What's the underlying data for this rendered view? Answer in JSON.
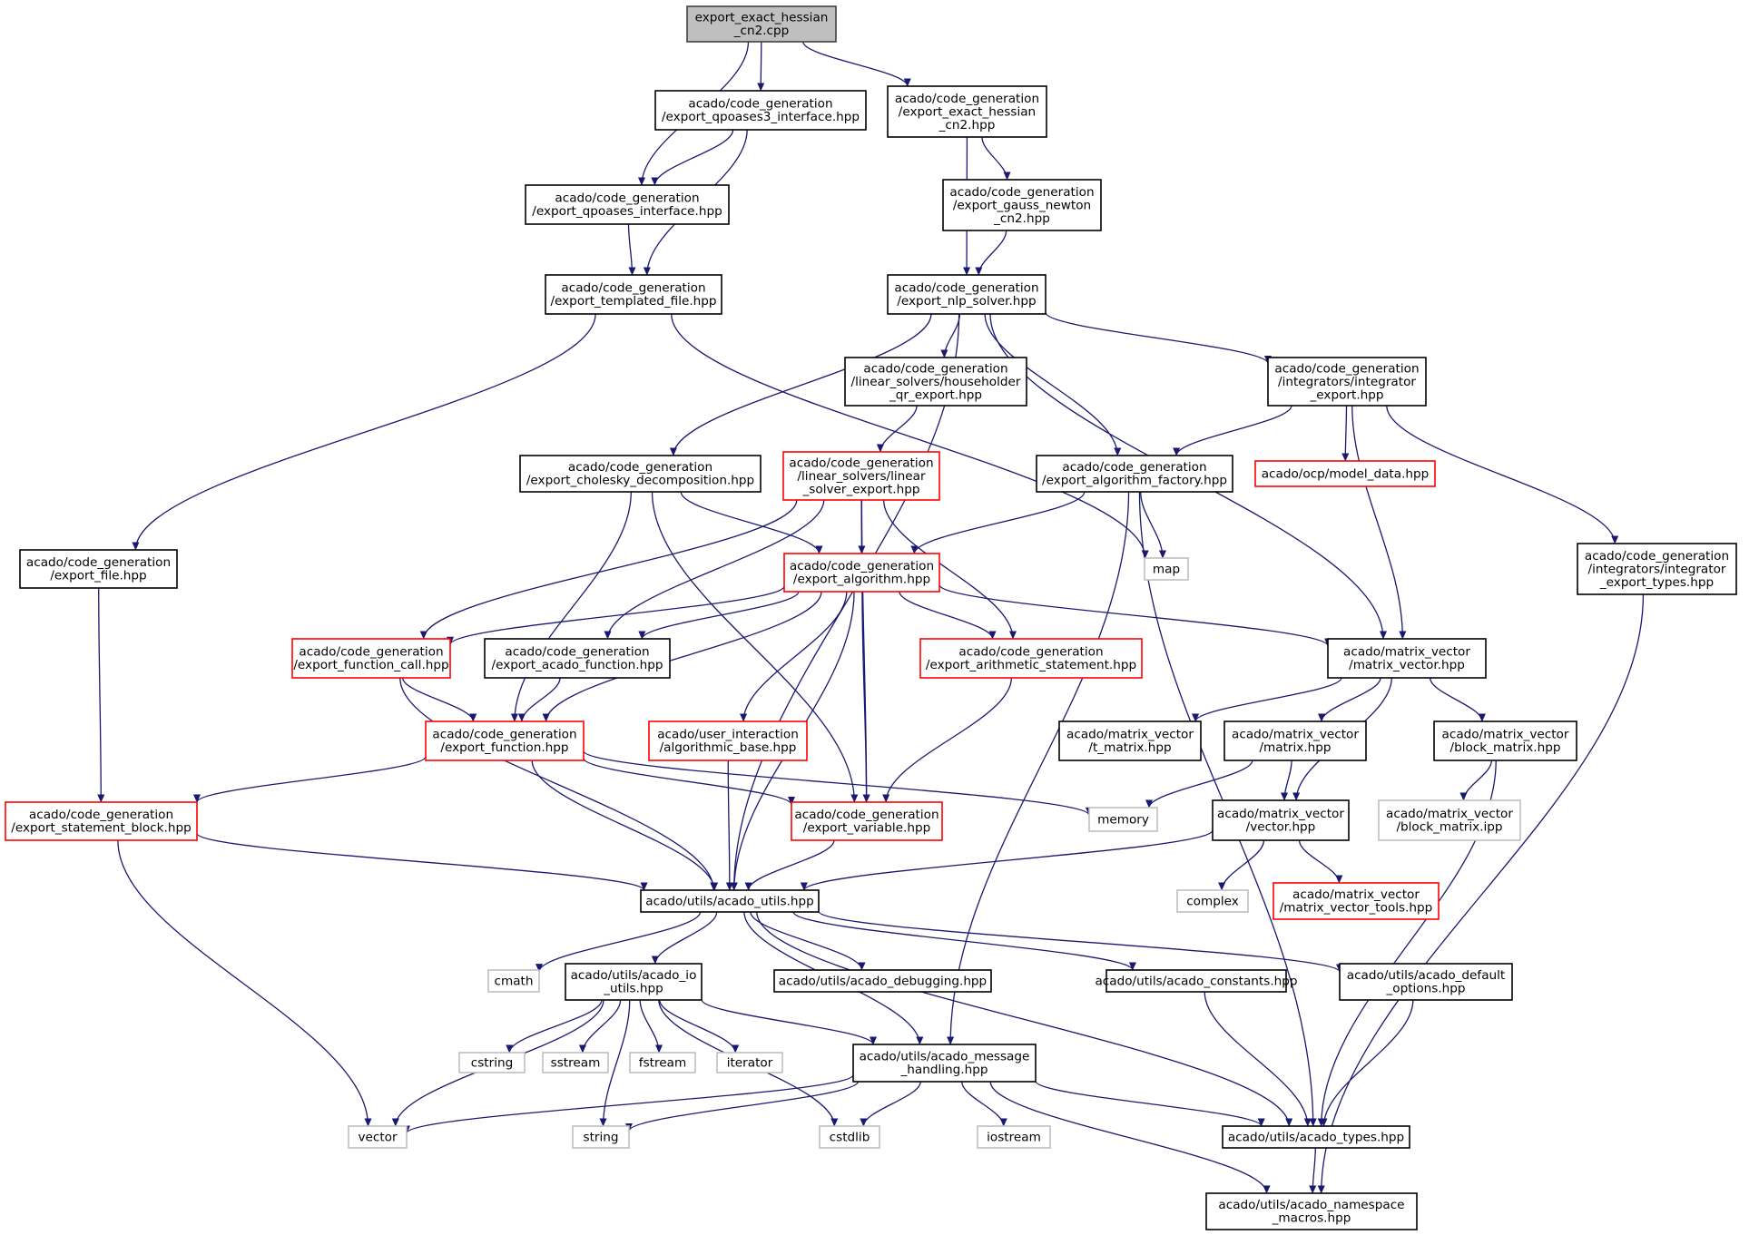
{
  "diagram": {
    "title": "export_exact_hessian_cn2.cpp include dependency graph",
    "colors": {
      "edge": "#191970",
      "root_fill": "#bfbfbf",
      "normal_border": "#000000",
      "truncated_border": "#ff0000",
      "external_border": "#bfbfbf"
    },
    "nodes": [
      {
        "id": "root",
        "lines": [
          "export_exact_hessian",
          "_cn2.cpp"
        ],
        "kind": "root"
      },
      {
        "id": "qpoases3",
        "lines": [
          "acado/code_generation",
          "/export_qpoases3_interface.hpp"
        ],
        "kind": "normal"
      },
      {
        "id": "eh_hpp",
        "lines": [
          "acado/code_generation",
          "/export_exact_hessian",
          "_cn2.hpp"
        ],
        "kind": "normal"
      },
      {
        "id": "qpoases",
        "lines": [
          "acado/code_generation",
          "/export_qpoases_interface.hpp"
        ],
        "kind": "normal"
      },
      {
        "id": "gn_cn2",
        "lines": [
          "acado/code_generation",
          "/export_gauss_newton",
          "_cn2.hpp"
        ],
        "kind": "normal"
      },
      {
        "id": "templated",
        "lines": [
          "acado/code_generation",
          "/export_templated_file.hpp"
        ],
        "kind": "normal"
      },
      {
        "id": "nlp",
        "lines": [
          "acado/code_generation",
          "/export_nlp_solver.hpp"
        ],
        "kind": "normal"
      },
      {
        "id": "householder",
        "lines": [
          "acado/code_generation",
          "/linear_solvers/householder",
          "_qr_export.hpp"
        ],
        "kind": "normal"
      },
      {
        "id": "integrator",
        "lines": [
          "acado/code_generation",
          "/integrators/integrator",
          "_export.hpp"
        ],
        "kind": "normal"
      },
      {
        "id": "cholesky",
        "lines": [
          "acado/code_generation",
          "/export_cholesky_decomposition.hpp"
        ],
        "kind": "normal"
      },
      {
        "id": "linsolver",
        "lines": [
          "acado/code_generation",
          "/linear_solvers/linear",
          "_solver_export.hpp"
        ],
        "kind": "truncated"
      },
      {
        "id": "algfactory",
        "lines": [
          "acado/code_generation",
          "/export_algorithm_factory.hpp"
        ],
        "kind": "normal"
      },
      {
        "id": "modeldata",
        "lines": [
          "acado/ocp/model_data.hpp"
        ],
        "kind": "truncated"
      },
      {
        "id": "exportfile",
        "lines": [
          "acado/code_generation",
          "/export_file.hpp"
        ],
        "kind": "normal"
      },
      {
        "id": "algorithm",
        "lines": [
          "acado/code_generation",
          "/export_algorithm.hpp"
        ],
        "kind": "truncated"
      },
      {
        "id": "map",
        "lines": [
          "map"
        ],
        "kind": "external"
      },
      {
        "id": "inttypes",
        "lines": [
          "acado/code_generation",
          "/integrators/integrator",
          "_export_types.hpp"
        ],
        "kind": "normal"
      },
      {
        "id": "funccall",
        "lines": [
          "acado/code_generation",
          "/export_function_call.hpp"
        ],
        "kind": "truncated"
      },
      {
        "id": "acadofunc",
        "lines": [
          "acado/code_generation",
          "/export_acado_function.hpp"
        ],
        "kind": "normal"
      },
      {
        "id": "arith",
        "lines": [
          "acado/code_generation",
          "/export_arithmetic_statement.hpp"
        ],
        "kind": "truncated"
      },
      {
        "id": "matvec",
        "lines": [
          "acado/matrix_vector",
          "/matrix_vector.hpp"
        ],
        "kind": "normal"
      },
      {
        "id": "function",
        "lines": [
          "acado/code_generation",
          "/export_function.hpp"
        ],
        "kind": "truncated"
      },
      {
        "id": "algbase",
        "lines": [
          "acado/user_interaction",
          "/algorithmic_base.hpp"
        ],
        "kind": "truncated"
      },
      {
        "id": "tmatrix",
        "lines": [
          "acado/matrix_vector",
          "/t_matrix.hpp"
        ],
        "kind": "normal"
      },
      {
        "id": "matrix",
        "lines": [
          "acado/matrix_vector",
          "/matrix.hpp"
        ],
        "kind": "normal"
      },
      {
        "id": "blockmatrix",
        "lines": [
          "acado/matrix_vector",
          "/block_matrix.hpp"
        ],
        "kind": "normal"
      },
      {
        "id": "stmtblock",
        "lines": [
          "acado/code_generation",
          "/export_statement_block.hpp"
        ],
        "kind": "truncated"
      },
      {
        "id": "variable",
        "lines": [
          "acado/code_generation",
          "/export_variable.hpp"
        ],
        "kind": "truncated"
      },
      {
        "id": "memory",
        "lines": [
          "memory"
        ],
        "kind": "external"
      },
      {
        "id": "vector",
        "lines": [
          "acado/matrix_vector",
          "/vector.hpp"
        ],
        "kind": "normal"
      },
      {
        "id": "blockipp",
        "lines": [
          "acado/matrix_vector",
          "/block_matrix.ipp"
        ],
        "kind": "external"
      },
      {
        "id": "utils",
        "lines": [
          "acado/utils/acado_utils.hpp"
        ],
        "kind": "normal"
      },
      {
        "id": "complex",
        "lines": [
          "complex"
        ],
        "kind": "external"
      },
      {
        "id": "mvtools",
        "lines": [
          "acado/matrix_vector",
          "/matrix_vector_tools.hpp"
        ],
        "kind": "truncated"
      },
      {
        "id": "cmath",
        "lines": [
          "cmath"
        ],
        "kind": "external"
      },
      {
        "id": "io",
        "lines": [
          "acado/utils/acado_io",
          "_utils.hpp"
        ],
        "kind": "normal"
      },
      {
        "id": "debugging",
        "lines": [
          "acado/utils/acado_debugging.hpp"
        ],
        "kind": "normal"
      },
      {
        "id": "constants",
        "lines": [
          "acado/utils/acado_constants.hpp"
        ],
        "kind": "normal"
      },
      {
        "id": "defopts",
        "lines": [
          "acado/utils/acado_default",
          "_options.hpp"
        ],
        "kind": "normal"
      },
      {
        "id": "cstring",
        "lines": [
          "cstring"
        ],
        "kind": "external"
      },
      {
        "id": "sstream",
        "lines": [
          "sstream"
        ],
        "kind": "external"
      },
      {
        "id": "fstream",
        "lines": [
          "fstream"
        ],
        "kind": "external"
      },
      {
        "id": "iterator",
        "lines": [
          "iterator"
        ],
        "kind": "external"
      },
      {
        "id": "msg",
        "lines": [
          "acado/utils/acado_message",
          "_handling.hpp"
        ],
        "kind": "normal"
      },
      {
        "id": "vectorstd",
        "lines": [
          "vector"
        ],
        "kind": "external"
      },
      {
        "id": "string",
        "lines": [
          "string"
        ],
        "kind": "external"
      },
      {
        "id": "cstdlib",
        "lines": [
          "cstdlib"
        ],
        "kind": "external"
      },
      {
        "id": "iostream",
        "lines": [
          "iostream"
        ],
        "kind": "external"
      },
      {
        "id": "types",
        "lines": [
          "acado/utils/acado_types.hpp"
        ],
        "kind": "normal"
      },
      {
        "id": "nsmacros",
        "lines": [
          "acado/utils/acado_namespace",
          "_macros.hpp"
        ],
        "kind": "normal"
      }
    ],
    "edges": [
      [
        "root",
        "qpoases"
      ],
      [
        "root",
        "qpoases3"
      ],
      [
        "root",
        "eh_hpp"
      ],
      [
        "qpoases3",
        "qpoases"
      ],
      [
        "qpoases3",
        "templated"
      ],
      [
        "qpoases",
        "templated"
      ],
      [
        "eh_hpp",
        "gn_cn2"
      ],
      [
        "eh_hpp",
        "nlp"
      ],
      [
        "gn_cn2",
        "nlp"
      ],
      [
        "templated",
        "exportfile"
      ],
      [
        "templated",
        "map"
      ],
      [
        "nlp",
        "householder"
      ],
      [
        "nlp",
        "integrator"
      ],
      [
        "nlp",
        "cholesky"
      ],
      [
        "nlp",
        "algfactory"
      ],
      [
        "nlp",
        "utils"
      ],
      [
        "nlp",
        "matvec"
      ],
      [
        "householder",
        "linsolver"
      ],
      [
        "integrator",
        "algfactory"
      ],
      [
        "integrator",
        "modeldata"
      ],
      [
        "integrator",
        "inttypes"
      ],
      [
        "integrator",
        "matvec"
      ],
      [
        "cholesky",
        "algorithm"
      ],
      [
        "cholesky",
        "function"
      ],
      [
        "cholesky",
        "variable"
      ],
      [
        "linsolver",
        "algorithm"
      ],
      [
        "linsolver",
        "funccall"
      ],
      [
        "linsolver",
        "acadofunc"
      ],
      [
        "linsolver",
        "arith"
      ],
      [
        "linsolver",
        "variable"
      ],
      [
        "algfactory",
        "algorithm"
      ],
      [
        "algfactory",
        "map"
      ],
      [
        "algfactory",
        "msg"
      ],
      [
        "algfactory",
        "types"
      ],
      [
        "exportfile",
        "stmtblock"
      ],
      [
        "inttypes",
        "nsmacros"
      ],
      [
        "algorithm",
        "funccall"
      ],
      [
        "algorithm",
        "acadofunc"
      ],
      [
        "algorithm",
        "function"
      ],
      [
        "algorithm",
        "arith"
      ],
      [
        "algorithm",
        "algbase"
      ],
      [
        "algorithm",
        "variable"
      ],
      [
        "algorithm",
        "utils"
      ],
      [
        "algorithm",
        "matvec"
      ],
      [
        "funccall",
        "function"
      ],
      [
        "funccall",
        "utils"
      ],
      [
        "acadofunc",
        "function"
      ],
      [
        "arith",
        "variable"
      ],
      [
        "matvec",
        "tmatrix"
      ],
      [
        "matvec",
        "matrix"
      ],
      [
        "matvec",
        "blockmatrix"
      ],
      [
        "matvec",
        "vector"
      ],
      [
        "function",
        "stmtblock"
      ],
      [
        "function",
        "variable"
      ],
      [
        "function",
        "memory"
      ],
      [
        "function",
        "utils"
      ],
      [
        "algbase",
        "utils"
      ],
      [
        "matrix",
        "memory"
      ],
      [
        "matrix",
        "vector"
      ],
      [
        "blockmatrix",
        "blockipp"
      ],
      [
        "blockmatrix",
        "types"
      ],
      [
        "stmtblock",
        "utils"
      ],
      [
        "stmtblock",
        "vectorstd"
      ],
      [
        "variable",
        "utils"
      ],
      [
        "vector",
        "utils"
      ],
      [
        "vector",
        "complex"
      ],
      [
        "vector",
        "mvtools"
      ],
      [
        "utils",
        "cmath"
      ],
      [
        "utils",
        "io"
      ],
      [
        "utils",
        "debugging"
      ],
      [
        "utils",
        "constants"
      ],
      [
        "utils",
        "defopts"
      ],
      [
        "utils",
        "msg"
      ],
      [
        "utils",
        "types"
      ],
      [
        "io",
        "cstring"
      ],
      [
        "io",
        "sstream"
      ],
      [
        "io",
        "fstream"
      ],
      [
        "io",
        "iterator"
      ],
      [
        "io",
        "msg"
      ],
      [
        "io",
        "vectorstd"
      ],
      [
        "io",
        "string"
      ],
      [
        "io",
        "cstdlib"
      ],
      [
        "constants",
        "types"
      ],
      [
        "defopts",
        "types"
      ],
      [
        "msg",
        "vectorstd"
      ],
      [
        "msg",
        "string"
      ],
      [
        "msg",
        "cstdlib"
      ],
      [
        "msg",
        "iostream"
      ],
      [
        "msg",
        "types"
      ],
      [
        "msg",
        "nsmacros"
      ],
      [
        "types",
        "nsmacros"
      ]
    ]
  }
}
